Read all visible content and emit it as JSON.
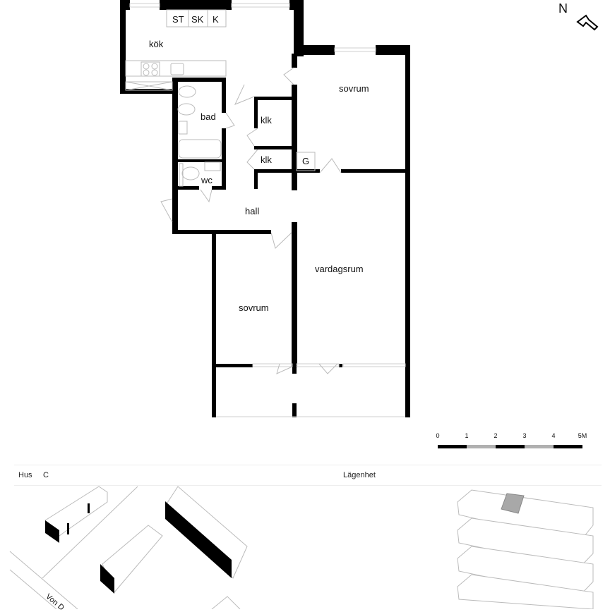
{
  "compass": {
    "label": "N",
    "icon": "north-arrow-icon"
  },
  "plan": {
    "rooms": [
      {
        "id": "kok",
        "label": "kök"
      },
      {
        "id": "bad",
        "label": "bad"
      },
      {
        "id": "klk1",
        "label": "klk"
      },
      {
        "id": "klk2",
        "label": "klk"
      },
      {
        "id": "g",
        "label": "G"
      },
      {
        "id": "wc",
        "label": "wc"
      },
      {
        "id": "sovrum1",
        "label": "sovrum"
      },
      {
        "id": "hall",
        "label": "hall"
      },
      {
        "id": "vardagsrum",
        "label": "vardagsrum"
      },
      {
        "id": "sovrum2",
        "label": "sovrum"
      }
    ],
    "appliances": [
      {
        "id": "st",
        "label": "ST"
      },
      {
        "id": "sk",
        "label": "SK"
      },
      {
        "id": "k",
        "label": "K"
      }
    ]
  },
  "scale_bar": {
    "ticks": [
      "0",
      "1",
      "2",
      "3",
      "4",
      "5M"
    ],
    "segment_colors": [
      "#000000",
      "#b0b0b0",
      "#000000",
      "#b0b0b0",
      "#000000"
    ]
  },
  "footer": {
    "building_label": "Hus",
    "building_value": "C",
    "apartment_label": "Lägenhet"
  },
  "site_map": {
    "street_label": "Von D"
  },
  "stack": {
    "highlight_color": "#a8a8a8"
  }
}
